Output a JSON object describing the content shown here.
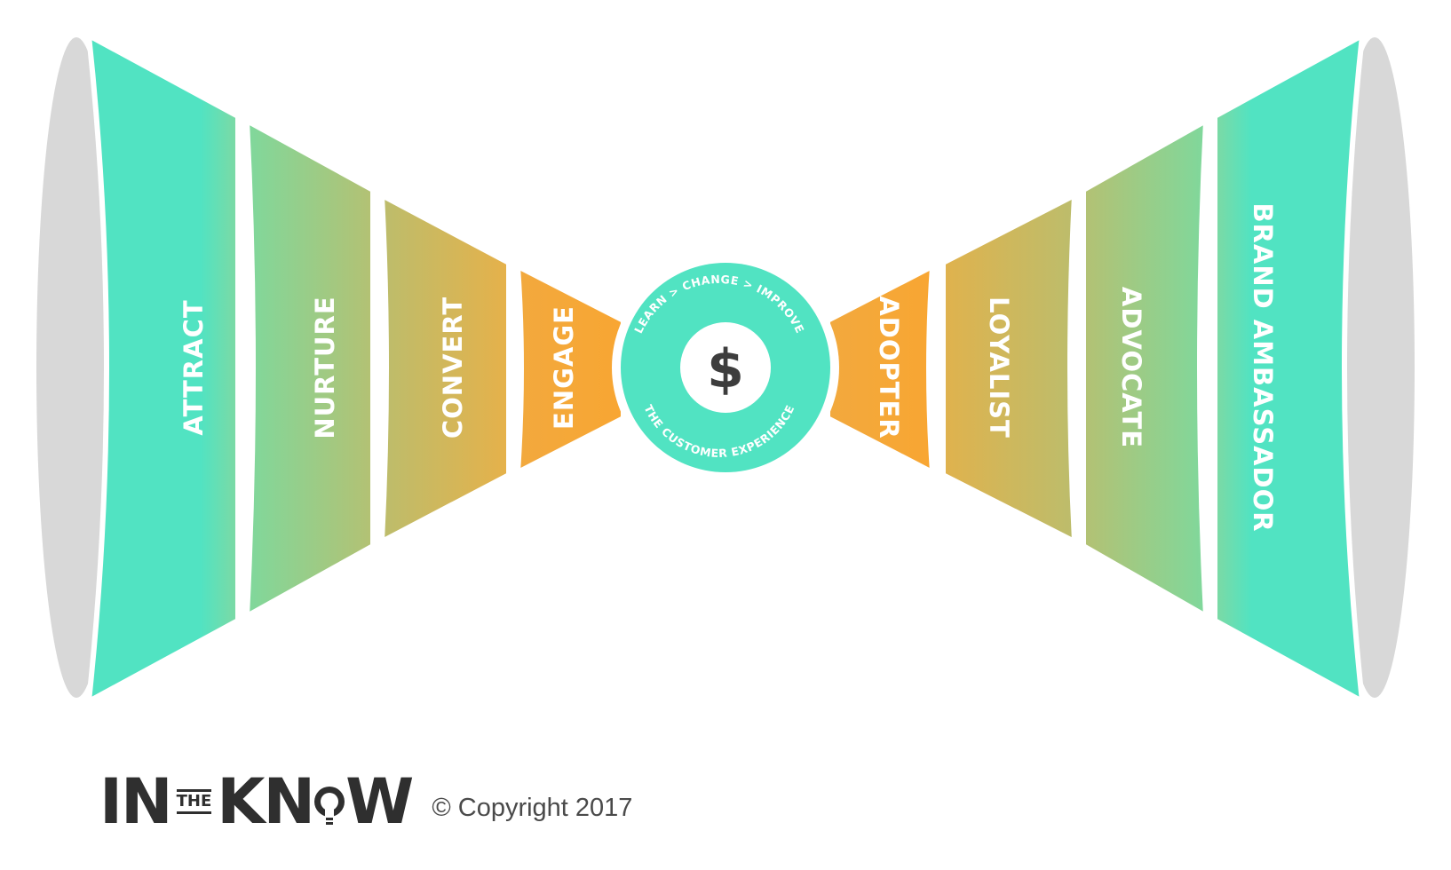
{
  "colors": {
    "teal": "#51e3c2",
    "green": "#9ccc84",
    "olive": "#c8b864",
    "gold": "#e2b14a",
    "orange": "#f5a83a",
    "grey": "#d8d8d8",
    "dark": "#3d3d3d"
  },
  "left_funnel": {
    "segments": [
      {
        "label": "ATTRACT"
      },
      {
        "label": "NURTURE"
      },
      {
        "label": "CONVERT"
      },
      {
        "label": "ENGAGE"
      }
    ]
  },
  "right_funnel": {
    "segments": [
      {
        "label": "ADOPTER"
      },
      {
        "label": "LOYALIST"
      },
      {
        "label": "ADVOCATE"
      },
      {
        "label": "BRAND AMBASSADOR"
      }
    ]
  },
  "center": {
    "symbol": "$",
    "arc_top": "LEARN > CHANGE > IMPROVE",
    "arc_bottom": "THE CUSTOMER EXPERIENCE"
  },
  "footer": {
    "logo_in": "IN",
    "logo_the": "THE",
    "logo_kn": "KN",
    "logo_w": "W",
    "copyright": "© Copyright 2017"
  }
}
